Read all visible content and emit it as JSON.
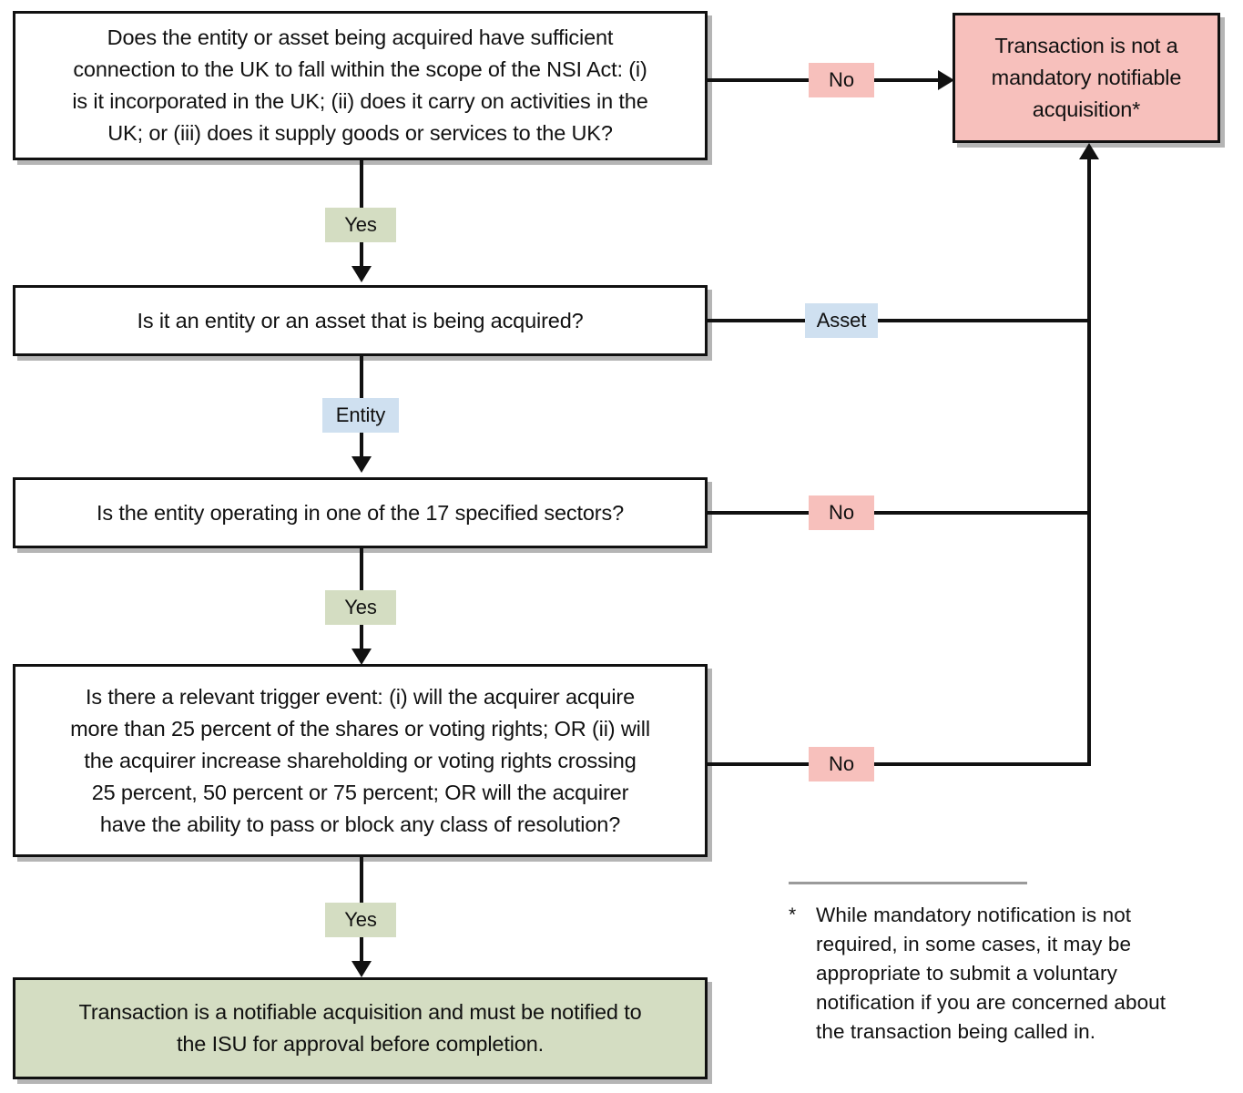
{
  "diagram": {
    "title": "NSI Act mandatory notification decision flowchart",
    "colors": {
      "yes_chip": "#d4ddc2",
      "no_chip": "#f7c0bc",
      "branch_chip": "#cfe0f0",
      "outcome_negative": "#f7c0bc",
      "outcome_positive": "#d4ddc2",
      "box_border": "#111111",
      "box_shadow": "#b5b5b5",
      "connector": "#111111",
      "footnote_rule": "#9a9a9a"
    },
    "nodes": {
      "q1_scope": "Does the entity or asset being acquired have sufficient\nconnection to the UK to fall within the scope of the NSI Act: (i)\nis it incorporated in the UK; (ii) does it carry on activities in the\nUK; or (iii) does it supply goods or services to the UK?",
      "q2_entity_or_asset": "Is it an entity or an asset that is being acquired?",
      "q3_specified_sectors": "Is the entity operating in one of the 17 specified sectors?",
      "q4_trigger_event": "Is there a relevant trigger event: (i) will the acquirer acquire\nmore than 25 percent of the shares or voting rights; OR (ii) will\nthe acquirer increase shareholding or voting rights crossing\n25 percent, 50 percent or 75 percent; OR will the acquirer\nhave the ability to pass or block any class of resolution?",
      "outcome_not_notifiable": "Transaction is not a\nmandatory notifiable\nacquisition*",
      "outcome_notifiable": "Transaction is a notifiable acquisition and must be notified to\nthe ISU for approval before completion."
    },
    "edge_labels": {
      "q1_no": "No",
      "q1_yes": "Yes",
      "q2_asset": "Asset",
      "q2_entity": "Entity",
      "q3_no": "No",
      "q3_yes": "Yes",
      "q4_no": "No",
      "q4_yes": "Yes"
    },
    "footnote": {
      "marker": "*",
      "text": "While mandatory notification is not\nrequired, in some cases, it may be\nappropriate to submit a voluntary\nnotification if you are concerned about\nthe transaction being called in."
    }
  }
}
